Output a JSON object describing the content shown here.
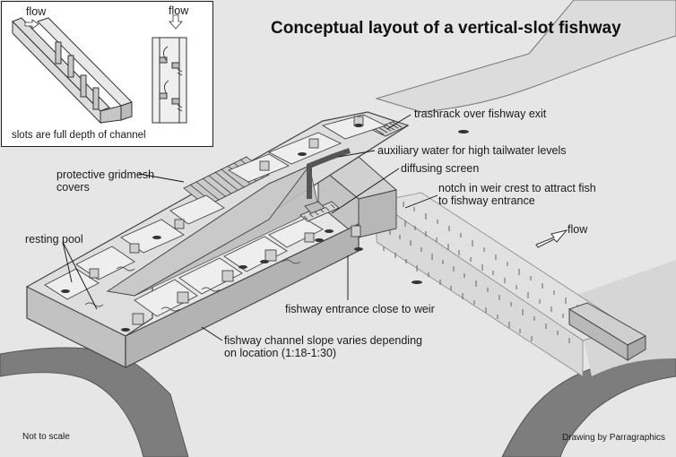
{
  "title": "Conceptual layout of a vertical-slot fishway",
  "inset": {
    "flow_label_left": "flow",
    "flow_label_right": "flow",
    "caption": "slots are full depth of channel"
  },
  "labels": {
    "trashrack": "trashrack over fishway exit",
    "auxiliary_water": "auxiliary water for high tailwater levels",
    "diffusing_screen": "diffusing screen",
    "notch_line1": "notch in weir crest to attract fish",
    "notch_line2": "to fishway entrance",
    "protective_line1": "protective gridmesh",
    "protective_line2": "covers",
    "resting_pool": "resting pool",
    "flow": "flow",
    "fishway_entrance": "fishway entrance close to weir",
    "slope_line1": "fishway channel slope varies depending",
    "slope_line2": "on location (1:18-1:30)"
  },
  "footer": {
    "not_to_scale": "Not to scale",
    "credit": "Drawing by Parragraphics"
  }
}
